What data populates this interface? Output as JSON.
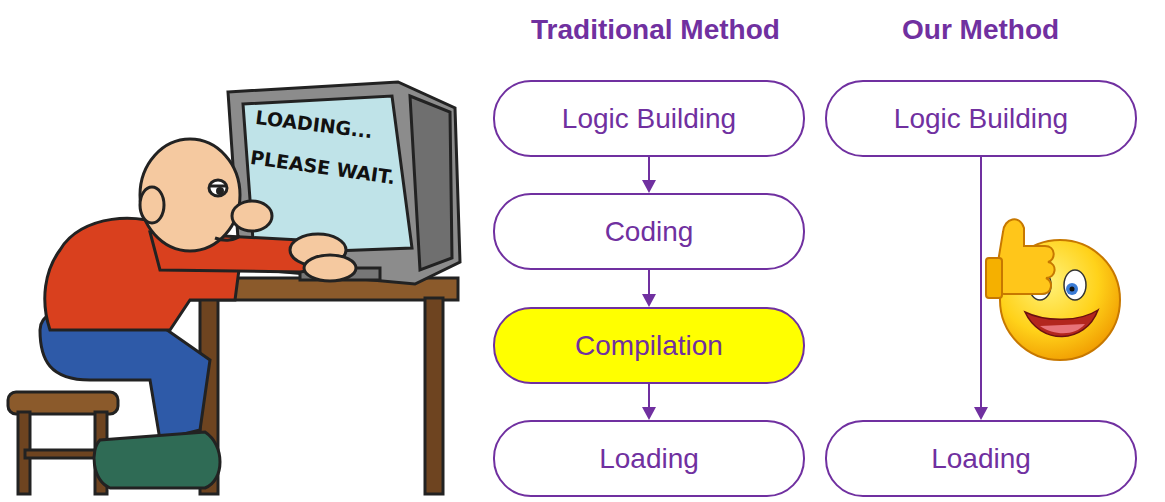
{
  "diagram": {
    "nodes": [
      {
        "text": [
          "Logic Building"
        ]
      },
      {
        "text": [
          "Coding"
        ]
      },
      {
        "text": [
          "Compilation"
        ]
      },
      {
        "text": [
          "Loading"
        ]
      },
      {
        "text": [
          "Logic Building"
        ]
      },
      {
        "text": [
          "Loading"
        ]
      }
    ],
    "edges": [
      {
        "from": 0,
        "to": 1,
        "arrow": "to"
      },
      {
        "from": 1,
        "to": 2,
        "arrow": "to"
      },
      {
        "from": 2,
        "to": 3,
        "arrow": "to"
      },
      {
        "from": 4,
        "to": 5,
        "arrow": "to"
      }
    ],
    "labels": [
      "Traditional Method",
      "Our Method",
      "LOADING...",
      "PLEASE WAIT."
    ]
  }
}
